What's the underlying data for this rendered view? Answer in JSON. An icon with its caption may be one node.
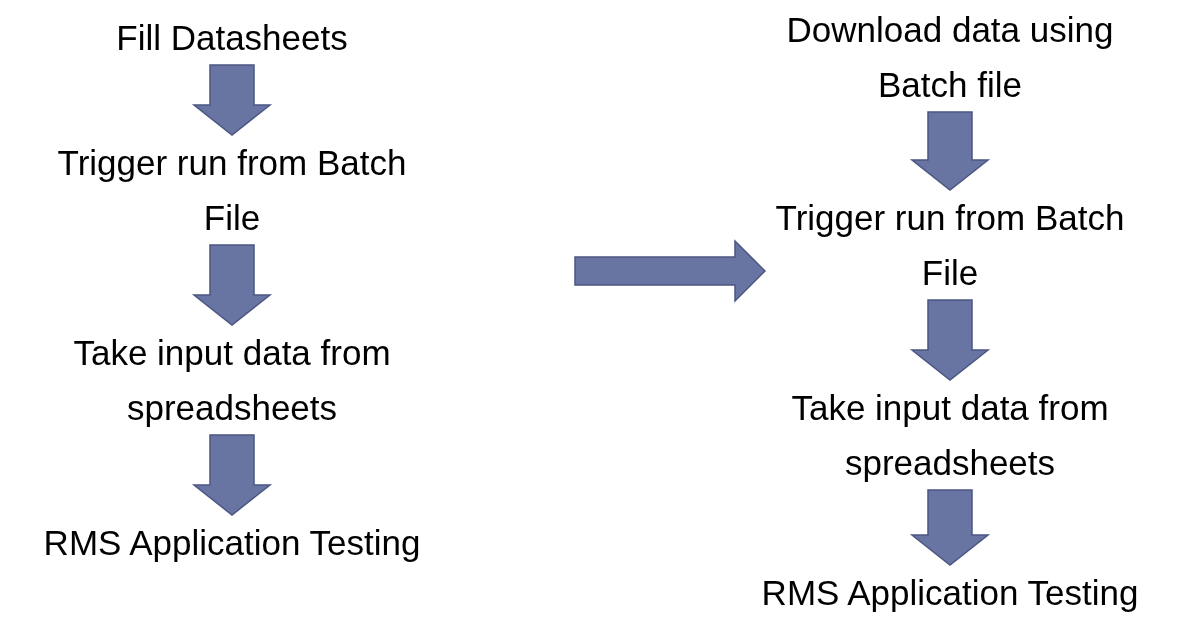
{
  "diagram": {
    "nodes": [
      {
        "text": [
          "Fill Datasheets"
        ]
      },
      {
        "text": [
          "Trigger run from Batch File"
        ]
      },
      {
        "text": [
          "Take input data from spreadsheets"
        ]
      },
      {
        "text": [
          "RMS Application Testing"
        ]
      },
      {
        "text": [
          "Download data using Batch file"
        ]
      },
      {
        "text": [
          "Trigger run from Batch File"
        ]
      },
      {
        "text": [
          "Take input data from spreadsheets"
        ]
      },
      {
        "text": [
          "RMS Application Testing"
        ]
      }
    ],
    "edges": [
      {
        "from": 0,
        "to": 1,
        "arrow": "to"
      },
      {
        "from": 1,
        "to": 2,
        "arrow": "to"
      },
      {
        "from": 2,
        "to": 3,
        "arrow": "to"
      },
      {
        "from": null,
        "to": 5,
        "arrow": "to"
      },
      {
        "from": 4,
        "to": 5,
        "arrow": "to"
      },
      {
        "from": 5,
        "to": 6,
        "arrow": "to"
      },
      {
        "from": 6,
        "to": 7,
        "arrow": "to"
      }
    ]
  }
}
